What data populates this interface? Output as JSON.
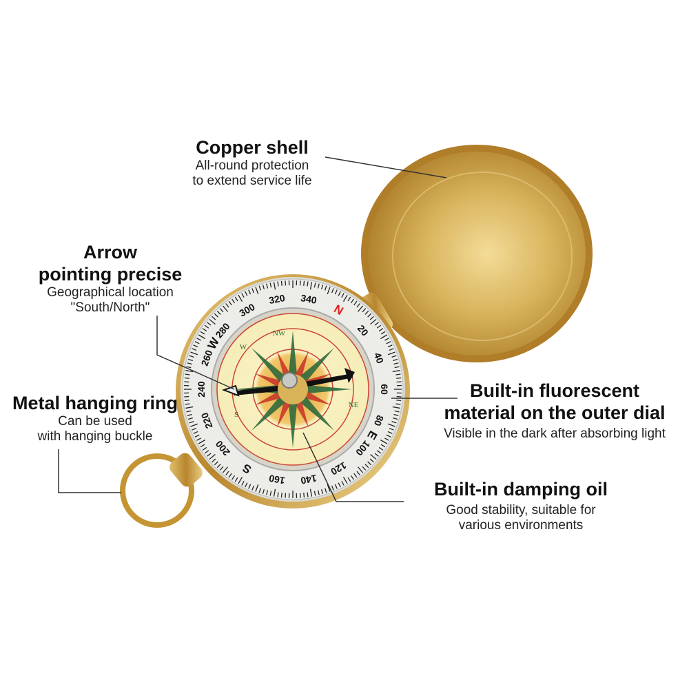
{
  "callouts": {
    "copper_shell": {
      "title": "Copper shell",
      "lines": [
        "All-round protection",
        "to extend service life"
      ]
    },
    "arrow": {
      "title_lines": [
        "Arrow",
        "pointing precise"
      ],
      "lines": [
        "Geographical location",
        "\"South/North\""
      ]
    },
    "ring": {
      "title": "Metal hanging ring",
      "lines": [
        "Can be used",
        "with hanging buckle"
      ]
    },
    "fluorescent": {
      "title_lines": [
        "Built-in fluorescent",
        "material on the outer dial"
      ],
      "lines": [
        "Visible in the dark after absorbing light"
      ]
    },
    "damping": {
      "title": "Built-in damping oil",
      "lines": [
        "Good stability, suitable for",
        "various environments"
      ]
    }
  },
  "dial": {
    "labels": [
      {
        "v": 0,
        "t": "N"
      },
      {
        "v": 20,
        "t": "20"
      },
      {
        "v": 40,
        "t": "40"
      },
      {
        "v": 60,
        "t": "60"
      },
      {
        "v": 80,
        "t": "80"
      },
      {
        "v": 90,
        "t": "E"
      },
      {
        "v": 100,
        "t": "100"
      },
      {
        "v": 120,
        "t": "120"
      },
      {
        "v": 140,
        "t": "140"
      },
      {
        "v": 160,
        "t": "160"
      },
      {
        "v": 180,
        "t": "S"
      },
      {
        "v": 200,
        "t": "200"
      },
      {
        "v": 220,
        "t": "220"
      },
      {
        "v": 240,
        "t": "240"
      },
      {
        "v": 260,
        "t": "260"
      },
      {
        "v": 270,
        "t": "W"
      },
      {
        "v": 280,
        "t": "280"
      },
      {
        "v": 300,
        "t": "300"
      },
      {
        "v": 320,
        "t": "320"
      },
      {
        "v": 340,
        "t": "340"
      }
    ],
    "rose_labels": [
      "NW",
      "W",
      "NE",
      "S"
    ]
  },
  "colors": {
    "brass": "#c9a24a",
    "north": "#e0201c",
    "dial_face": "#f6edb8",
    "needle": "#111111"
  }
}
